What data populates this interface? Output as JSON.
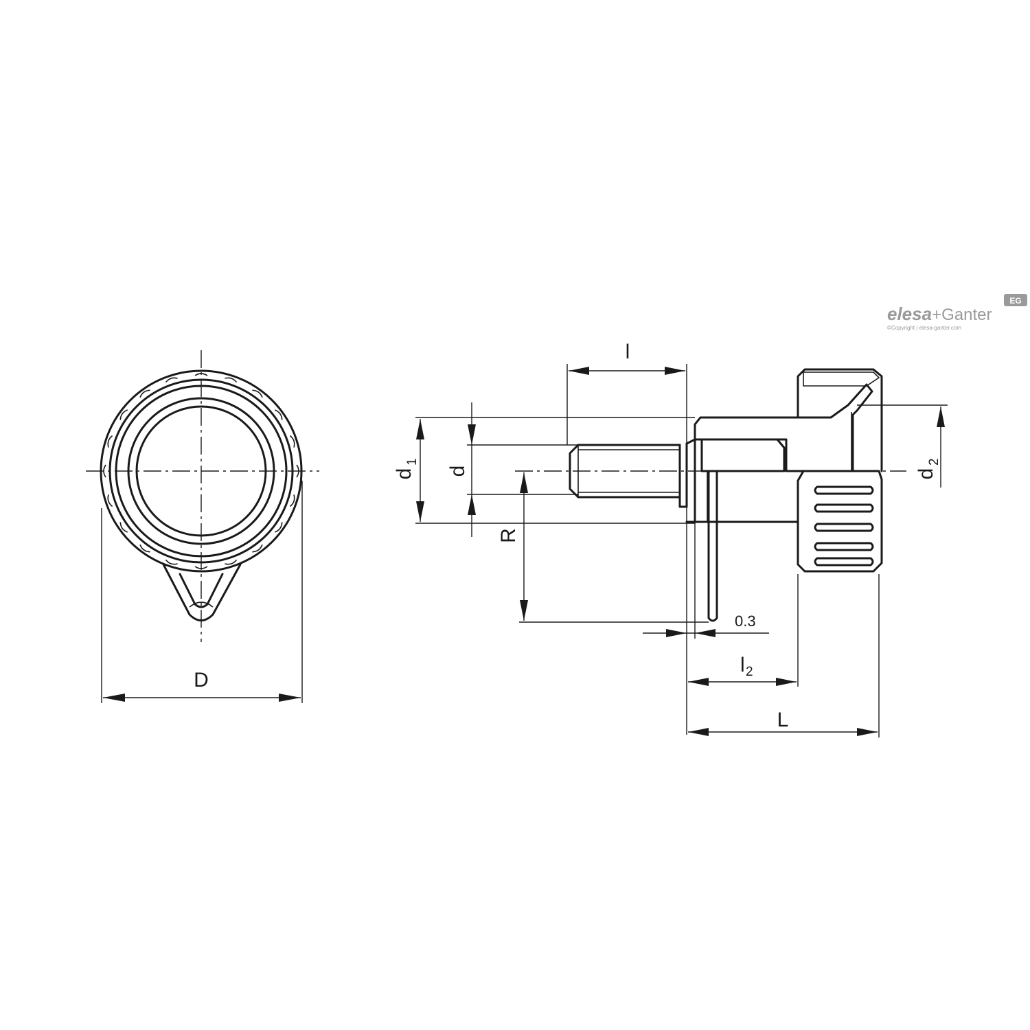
{
  "labels": {
    "l": "l",
    "d1_main": "d",
    "d1_sub": "1",
    "d": "d",
    "R": "R",
    "d2_main": "d",
    "d2_sub": "2",
    "gap": "0.3",
    "l2_main": "l",
    "l2_sub": "2",
    "L": "L",
    "D": "D"
  },
  "logo": {
    "brand_part1": "elesa",
    "brand_plus": "+",
    "brand_part2": "Ganter",
    "badge": "EG",
    "copyright": "©Copyright | elesa-ganter.com"
  },
  "colors": {
    "line": "#1a1a1a",
    "logo_gray": "#9a9a9a"
  }
}
